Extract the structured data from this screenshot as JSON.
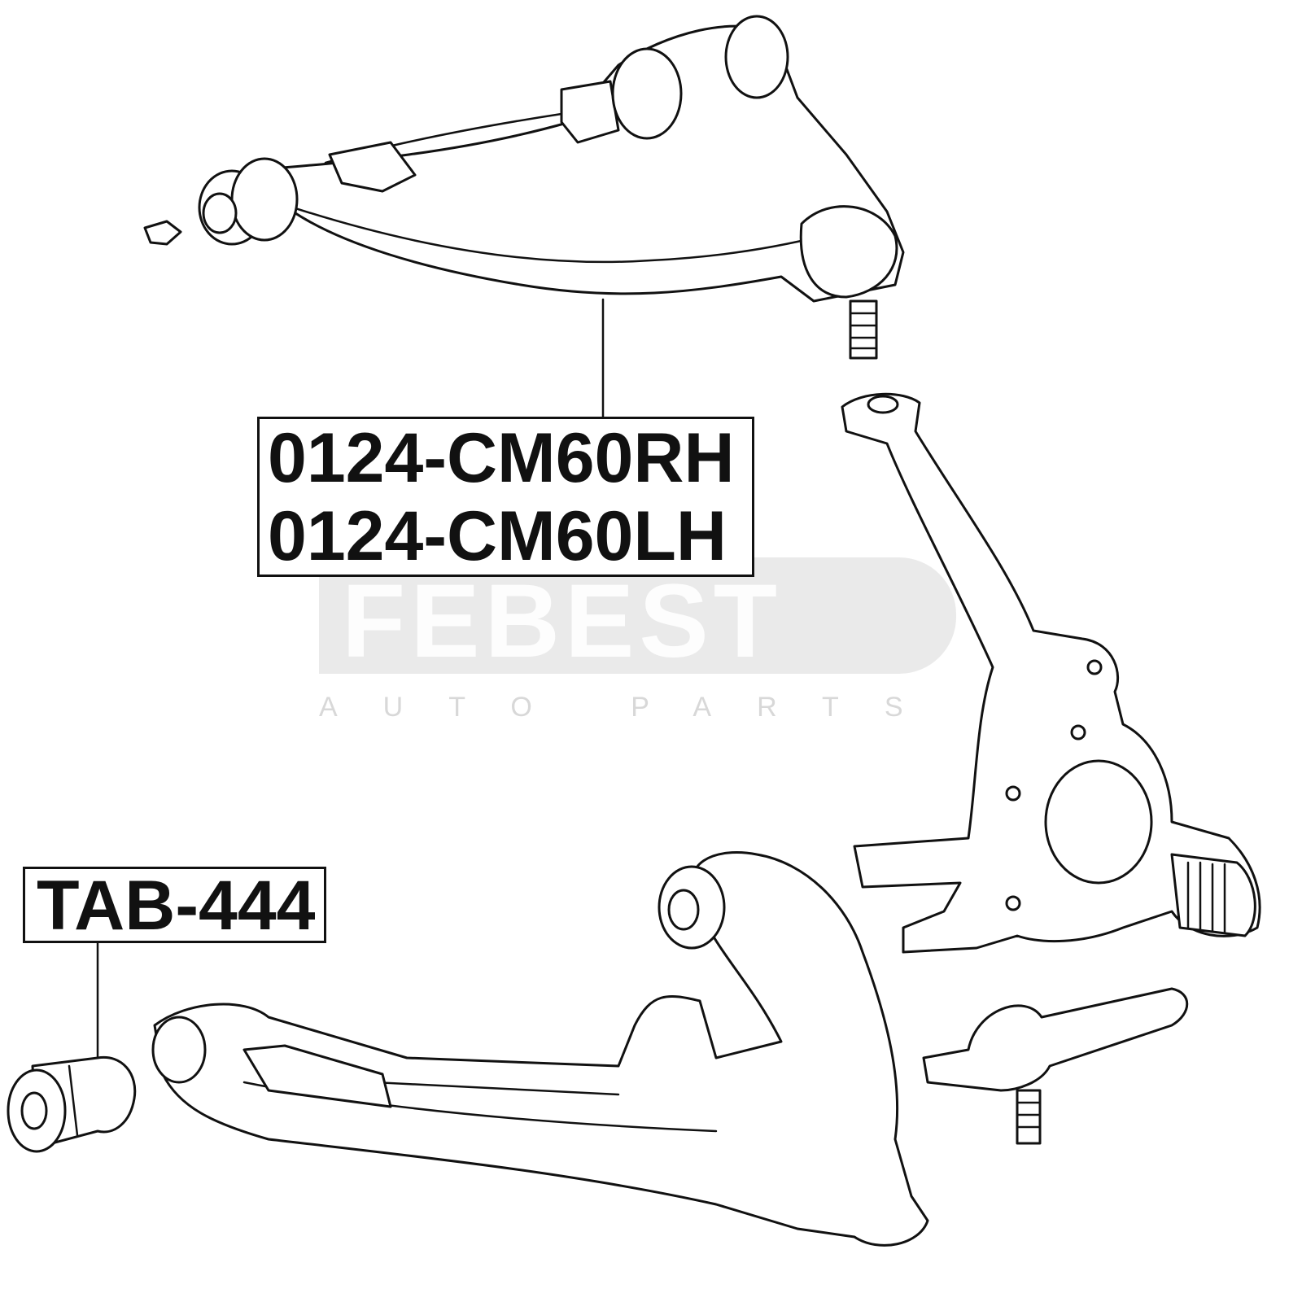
{
  "labels": {
    "upper_arm_rh": "0124-CM60RH",
    "upper_arm_lh": "0124-CM60LH",
    "lower_bushing": "TAB-444"
  },
  "watermark": {
    "brand": "FEBEST",
    "tagline": "AUTO PARTS"
  }
}
